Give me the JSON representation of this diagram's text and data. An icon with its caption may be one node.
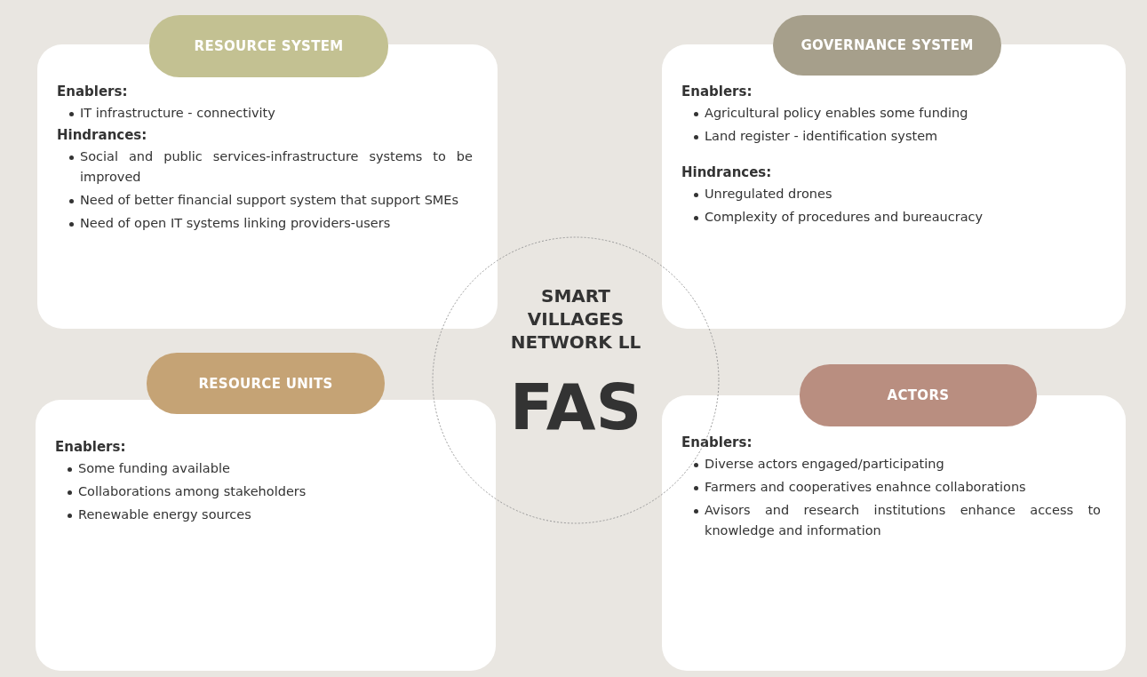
{
  "diagram": {
    "nodes": [
      {
        "text": [
          "RESOURCE SYSTEM"
        ]
      },
      {
        "text": [
          "Enablers:",
          "IT infrastructure - connectivity",
          "Hindrances:",
          "Social and public services-infrastructure systems to be improved",
          "Need of better financial support system that support SMEs",
          "Need of open IT systems linking providers-users"
        ]
      },
      {
        "text": [
          "GOVERNANCE SYSTEM"
        ]
      },
      {
        "text": [
          "Enablers:",
          "Agricultural policy enables some funding",
          "Land register - identification system",
          "Hindrances:",
          "Unregulated drones",
          "Complexity of procedures and bureaucracy"
        ]
      },
      {
        "text": [
          "SMART VILLAGES NETWORK LL",
          "FAS"
        ]
      },
      {
        "text": [
          "RESOURCE UNITS"
        ]
      },
      {
        "text": [
          "Enablers:",
          "Some funding available",
          "Collaborations among stakeholders",
          "Renewable energy sources"
        ]
      },
      {
        "text": [
          "ACTORS"
        ]
      },
      {
        "text": [
          "Enablers:",
          "Diverse actors engaged/participating",
          "Farmers and cooperatives enahnce collaborations",
          "Avisors and research institutions enhance access to knowledge and information"
        ]
      }
    ],
    "edges": []
  }
}
